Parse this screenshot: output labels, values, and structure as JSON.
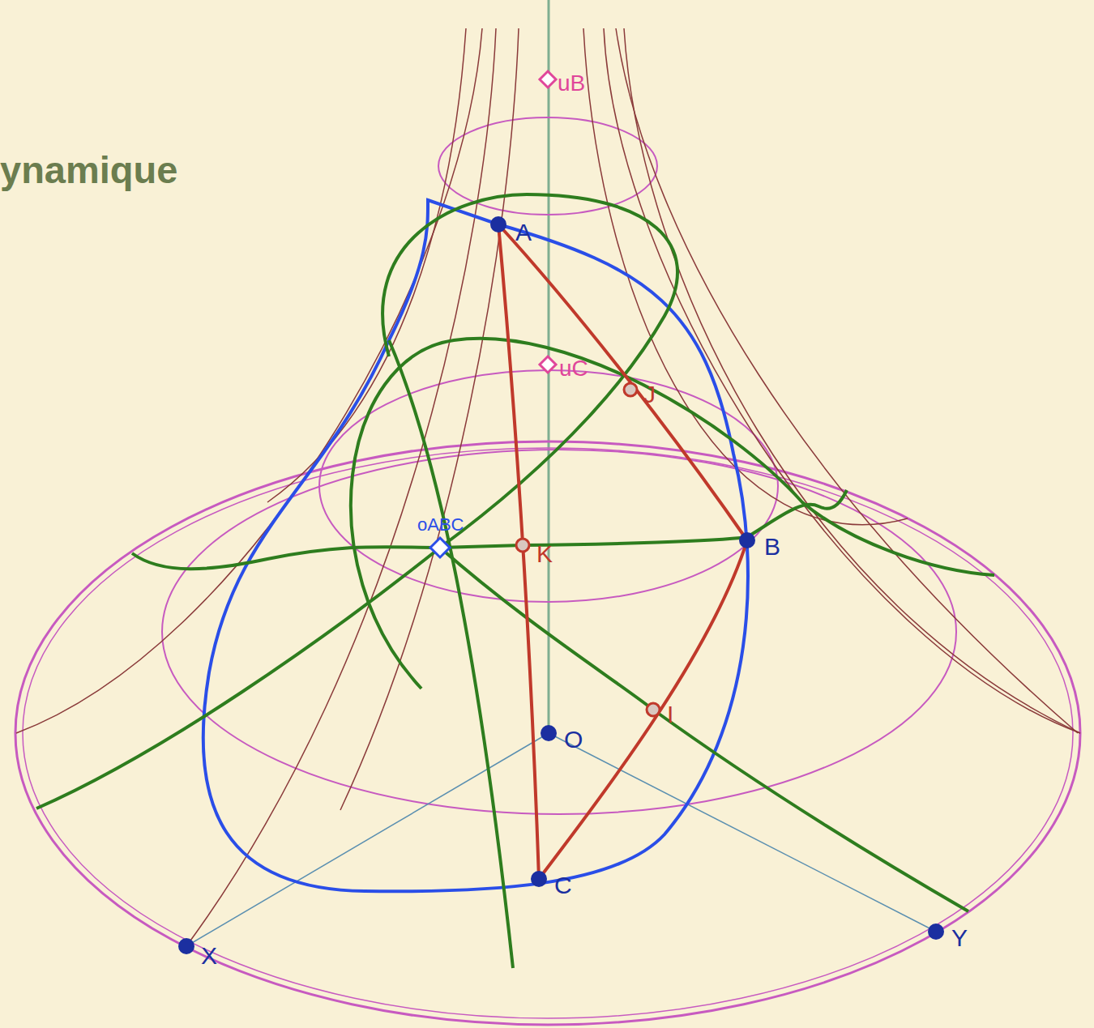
{
  "diagram": {
    "title": "ynamique",
    "labels": [
      "uB",
      "uC",
      "A",
      "J",
      "oABC",
      "K",
      "B",
      "I",
      "O",
      "C",
      "X",
      "Y"
    ]
  }
}
